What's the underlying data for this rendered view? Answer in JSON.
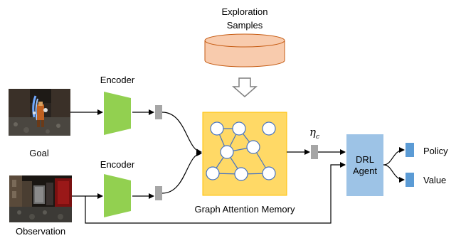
{
  "labels": {
    "exploration_line1": "Exploration",
    "exploration_line2": "Samples",
    "encoder_top": "Encoder",
    "encoder_bottom": "Encoder",
    "goal": "Goal",
    "observation": "Observation",
    "memory": "Graph Attention Memory",
    "eta_symbol": "η",
    "eta_subscript": "c",
    "agent_line1": "DRL",
    "agent_line2": "Agent",
    "policy": "Policy",
    "value": "Value"
  },
  "colors": {
    "encoder_fill": "#92d050",
    "memory_fill": "#ffd966",
    "memory_border": "#ffc000",
    "node_fill": "#ffffff",
    "node_stroke": "#4472c4",
    "edge_stroke": "#4472c4",
    "cylinder_fill": "#f8cbad",
    "cylinder_stroke": "#c55a11",
    "agent_fill": "#9dc3e6",
    "output_fill": "#5b9bd5",
    "feature_fill": "#a6a6a6",
    "arrow": "#000000",
    "hollow_arrow_stroke": "#7f7f7f"
  },
  "icons": {
    "goal_image": "game-frame-goal",
    "observation_image": "game-frame-observation",
    "storage": "cylinder-storage-icon",
    "flow_down": "hollow-down-arrow-icon"
  }
}
